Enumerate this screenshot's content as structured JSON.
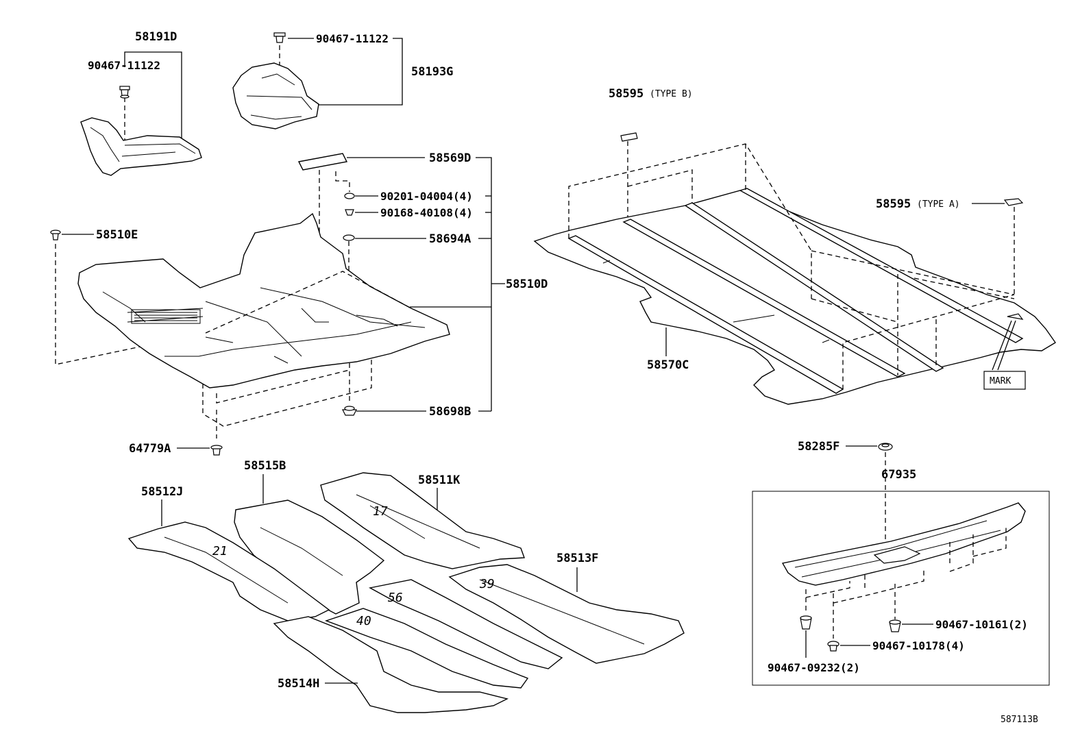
{
  "labels": {
    "p58191D": "58191D",
    "p90467_11122_a": "90467-11122",
    "p90467_11122_b": "90467-11122",
    "p58193G": "58193G",
    "p58569D": "58569D",
    "p90201": "90201-04004(4)",
    "p90168": "90168-40108(4)",
    "p58694A": "58694A",
    "p58510E": "58510E",
    "p58510D": "58510D",
    "p58698B": "58698B",
    "p64779A": "64779A",
    "p58595": "58595",
    "p58595_typeb": "(TYPE B)",
    "p58595_2": "58595",
    "p58595_typea": "(TYPE A)",
    "p58570C": "58570C",
    "mark": "MARK",
    "p58285F": "58285F",
    "p67935": "67935",
    "p90467_10161": "90467-10161(2)",
    "p90467_10178": "90467-10178(4)",
    "p90467_09232": "90467-09232(2)",
    "p58515B": "58515B",
    "p58511K": "58511K",
    "p58512J": "58512J",
    "p58513F": "58513F",
    "p58514H": "58514H",
    "drawing_id": "587113B"
  }
}
